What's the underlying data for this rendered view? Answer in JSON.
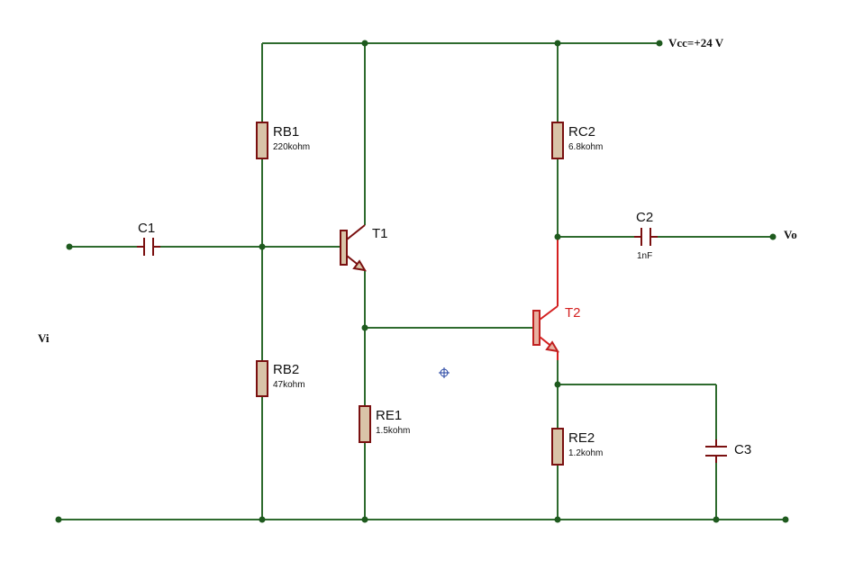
{
  "terminals": {
    "vcc": "Vcc=+24 V",
    "vi": "Vi",
    "vo": "Vo"
  },
  "components": {
    "rb1": {
      "name": "RB1",
      "value": "220kohm"
    },
    "rb2": {
      "name": "RB2",
      "value": "47kohm"
    },
    "re1": {
      "name": "RE1",
      "value": "1.5kohm"
    },
    "rc2": {
      "name": "RC2",
      "value": "6.8kohm"
    },
    "re2": {
      "name": "RE2",
      "value": "1.2kohm"
    },
    "c1": {
      "name": "C1"
    },
    "c2": {
      "name": "C2",
      "value": "1nF"
    },
    "c3": {
      "name": "C3"
    },
    "t1": {
      "name": "T1"
    },
    "t2": {
      "name": "T2"
    }
  },
  "colors": {
    "wire": "#2e6b2e",
    "highlight": "#d42020",
    "component_body": "#d9c4a8",
    "component_outline": "#7a1010"
  }
}
